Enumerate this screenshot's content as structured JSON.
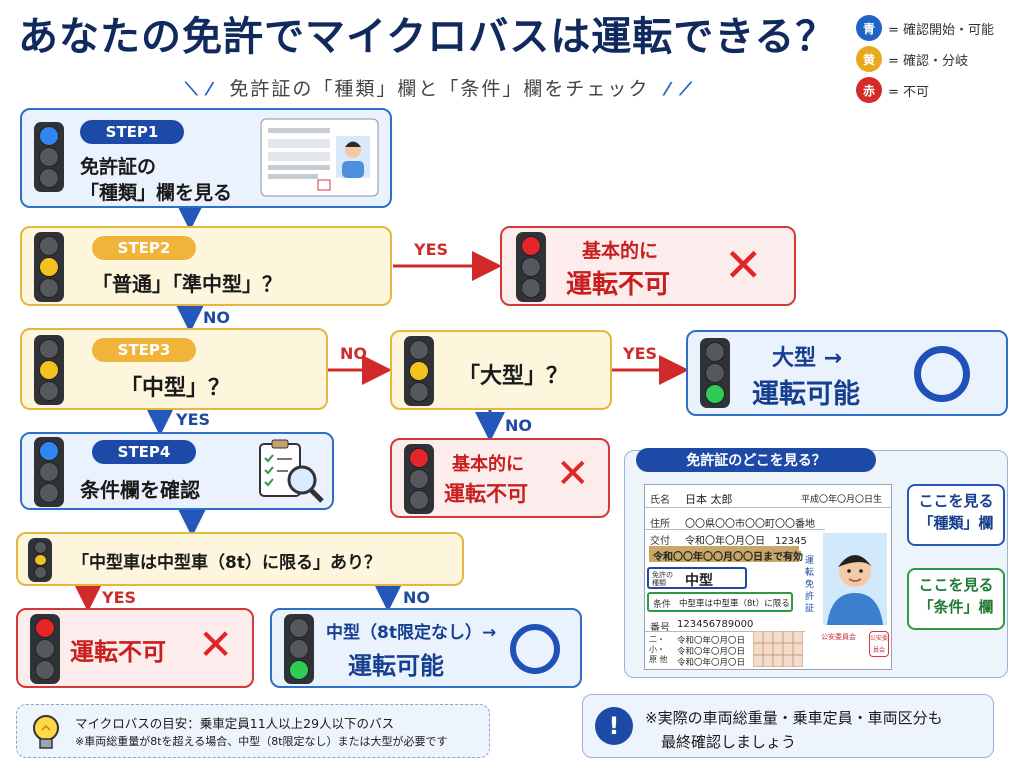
{
  "header": {
    "title": "あなたの免許でマイクロバスは運転できる？",
    "subtitle": "免許証の「種類」欄と「条件」欄をチェック"
  },
  "legend": [
    {
      "char": "青",
      "text": "= 確認開始・可能",
      "color": "#1f63c4"
    },
    {
      "char": "黄",
      "text": "= 確認・分岐",
      "color": "#e8a91d"
    },
    {
      "char": "赤",
      "text": "= 不可",
      "color": "#d42a2a"
    }
  ],
  "steps": {
    "step1": {
      "label": "STEP1",
      "line1": "免許証の",
      "line2": "「種類」欄を見る"
    },
    "step2": {
      "label": "STEP2",
      "text": "「普通」「準中型」？"
    },
    "step3": {
      "label": "STEP3",
      "text": "「中型」？"
    },
    "step4": {
      "label": "STEP4",
      "text": "条件欄を確認"
    },
    "daigata": {
      "text": "「大型」？"
    },
    "condition": {
      "text": "「中型車は中型車（8t）に限る」あり？"
    }
  },
  "outcomes": {
    "step2_yes": {
      "line1": "基本的に",
      "line2": "運転不可"
    },
    "daigata_yes": {
      "line1": "大型 →",
      "line2": "運転可能"
    },
    "daigata_no": {
      "line1": "基本的に",
      "line2": "運転不可"
    },
    "condition_yes": {
      "text": "運転不可"
    },
    "condition_no": {
      "line1": "中型（8t限定なし）→",
      "line2": "運転可能"
    }
  },
  "arrow_labels": {
    "yes": "YES",
    "no": "NO"
  },
  "license_panel": {
    "title": "免許証のどこを見る？",
    "callout_type_line1": "ここを見る",
    "callout_type_line2": "「種類」欄",
    "callout_cond_line1": "ここを見る",
    "callout_cond_line2": "「条件」欄",
    "card": {
      "name_key": "氏名",
      "name_val": "日本 太郎",
      "birth_val": "平成〇年〇月〇日生",
      "addr_key": "住所",
      "addr_val": "〇〇県〇〇市〇〇町〇〇番地",
      "issue_key": "交付",
      "issue_val": "令和〇年〇月〇日　12345",
      "valid_val": "令和〇〇年〇〇月〇〇日まで有効",
      "type_key": "免許の種類",
      "type_val": "中型",
      "cond_key": "条件",
      "cond_val": "中型車は中型車（8t）に限る",
      "num_key": "番号",
      "num_val": "123456789000",
      "other_key": "二・小・原 他",
      "date1": "令和〇年〇月〇日",
      "date2": "令和〇年〇月〇日",
      "date3": "令和〇年〇月〇日",
      "vertical": "運転免許証",
      "seal1": "公安委員会",
      "seal2": "公安委員会"
    }
  },
  "notes": {
    "bulb_line1": "マイクロバスの目安：乗車定員11人以上29人以下のバス",
    "bulb_line2": "※車両総重量が8tを超える場合、中型（8t限定なし）または大型が必要です",
    "warn_line1": "※実際の車両総重量・乗車定員・車両区分も",
    "warn_line2": "最終確認しましょう"
  }
}
